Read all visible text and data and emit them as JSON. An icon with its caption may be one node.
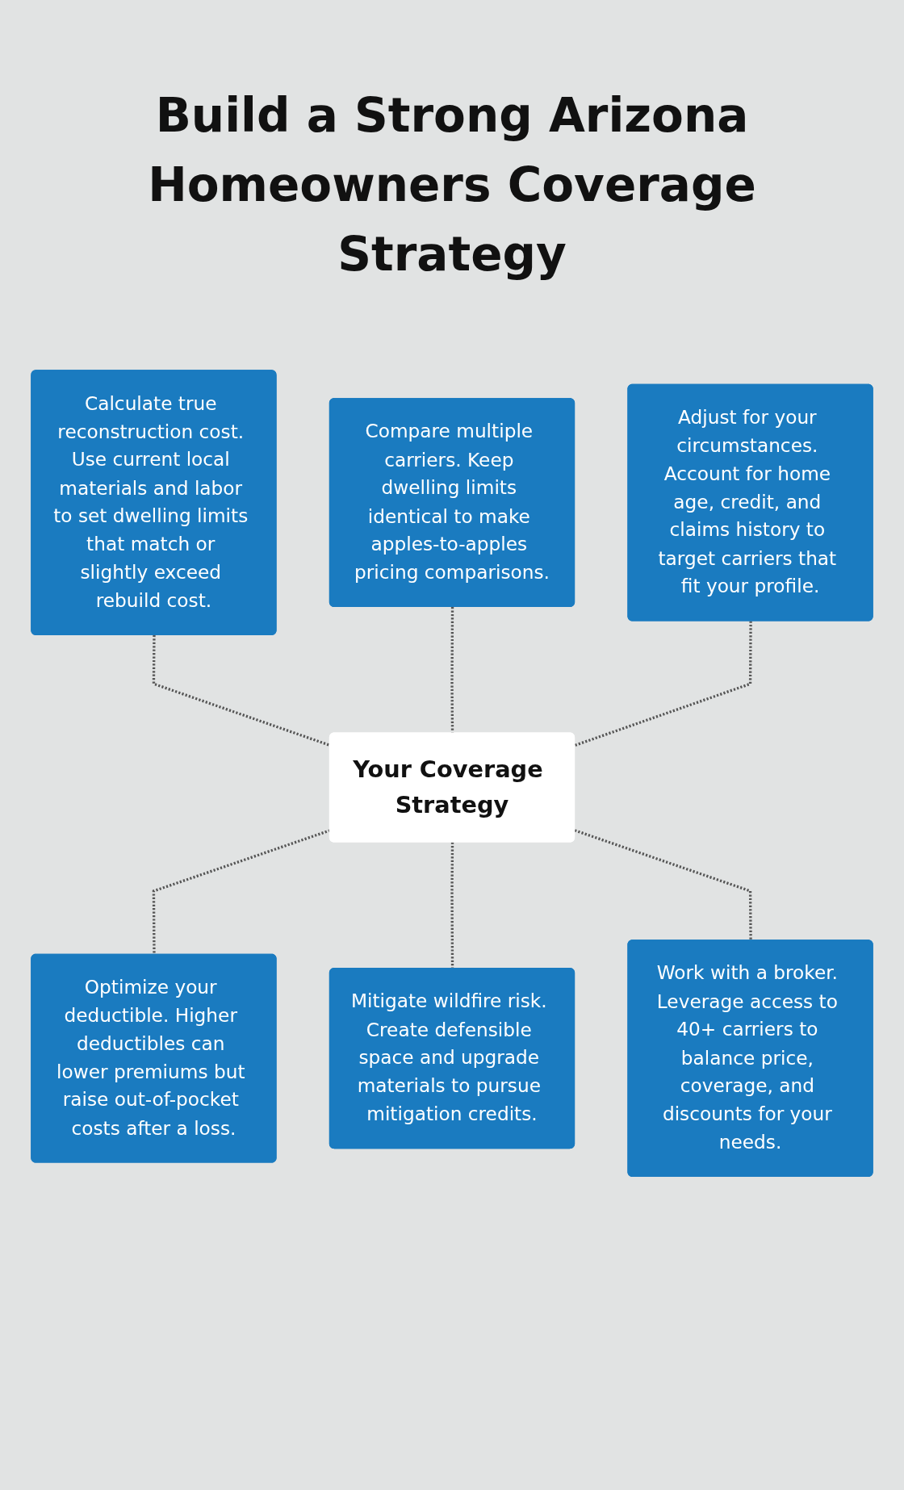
{
  "diagram": {
    "title": "Build a Strong Arizona Homeowners Coverage Strategy",
    "nodes": [
      {
        "text": [
          "Calculate true reconstruction cost. Use current local materials and labor to set dwelling limits that match or slightly exceed rebuild cost."
        ]
      },
      {
        "text": [
          "Compare multiple carriers. Keep dwelling limits identical to make apples-to-apples pricing comparisons."
        ]
      },
      {
        "text": [
          "Adjust for your circumstances. Account for home age, credit, and claims history to target carriers that fit your profile."
        ]
      },
      {
        "text": [
          "Your Coverage Strategy"
        ]
      },
      {
        "text": [
          "Optimize your deductible. Higher deductibles can lower premiums but raise out-of-pocket costs after a loss."
        ]
      },
      {
        "text": [
          "Mitigate wildfire risk. Create defensible space and upgrade materials to pursue mitigation credits."
        ]
      },
      {
        "text": [
          "Work with a broker. Leverage access to 40+ carriers to balance price, coverage, and discounts for your needs."
        ]
      }
    ],
    "edges": [
      {
        "from": 0,
        "to": 3,
        "arrow": "none",
        "style": "dashed"
      },
      {
        "from": 1,
        "to": 3,
        "arrow": "none",
        "style": "dashed"
      },
      {
        "from": 2,
        "to": 3,
        "arrow": "none",
        "style": "dashed"
      },
      {
        "from": 3,
        "to": 4,
        "arrow": "none",
        "style": "dashed"
      },
      {
        "from": 3,
        "to": 5,
        "arrow": "none",
        "style": "dashed"
      },
      {
        "from": 3,
        "to": 6,
        "arrow": "none",
        "style": "dashed"
      }
    ]
  }
}
